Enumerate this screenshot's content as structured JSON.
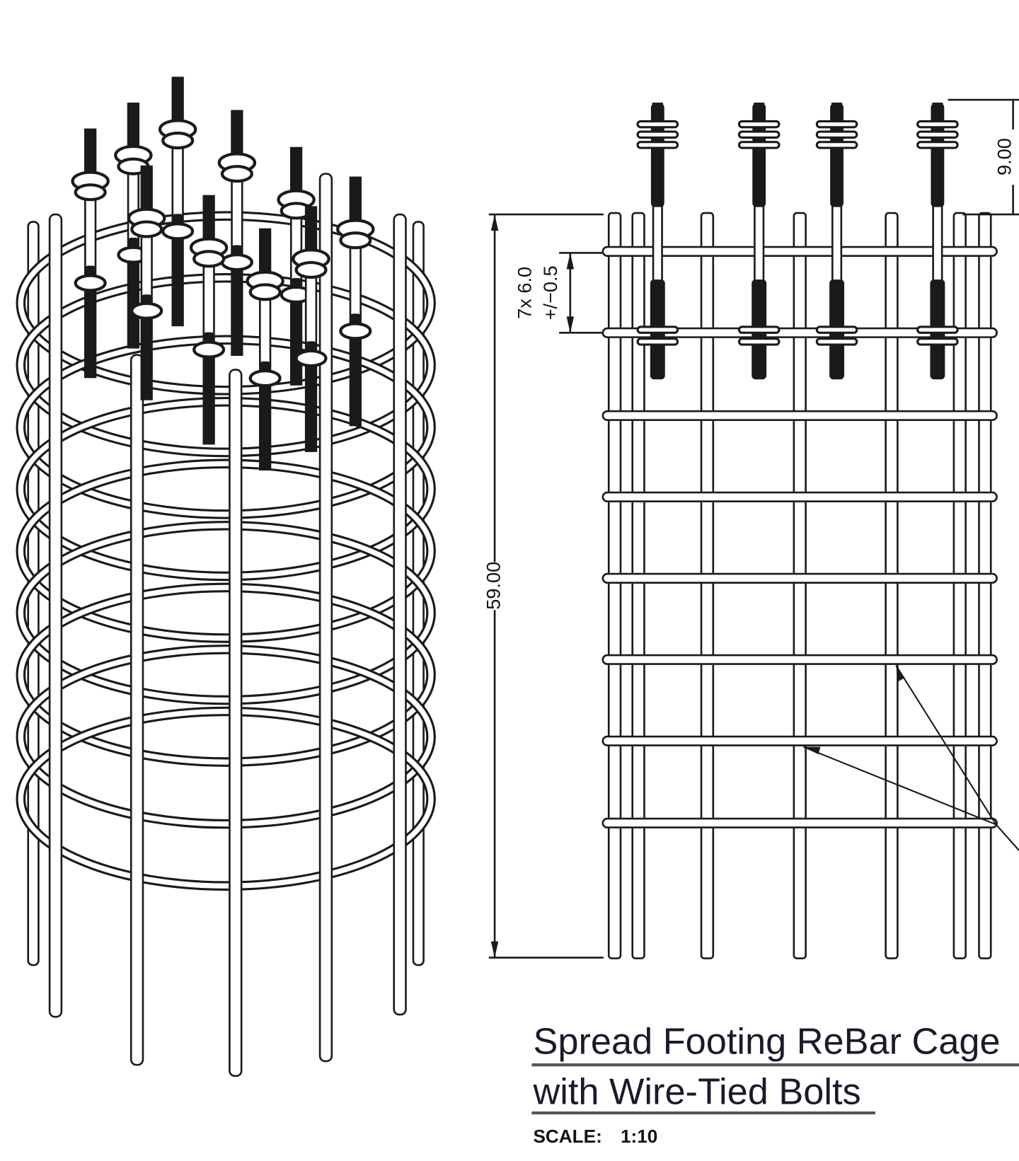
{
  "drawing": {
    "title_line1": "Spread Footing ReBar Cage",
    "title_line2": "with Wire-Tied Bolts",
    "scale_label": "SCALE:",
    "scale_value": "1:10"
  },
  "dimensions": {
    "overall_height": "59.00",
    "spacing_count": "7x 6.0",
    "spacing_tolerance": "+/−0.5",
    "bolt_projection": "9.00"
  },
  "colors": {
    "line": "#1a1a1a",
    "background": "#ffffff"
  }
}
